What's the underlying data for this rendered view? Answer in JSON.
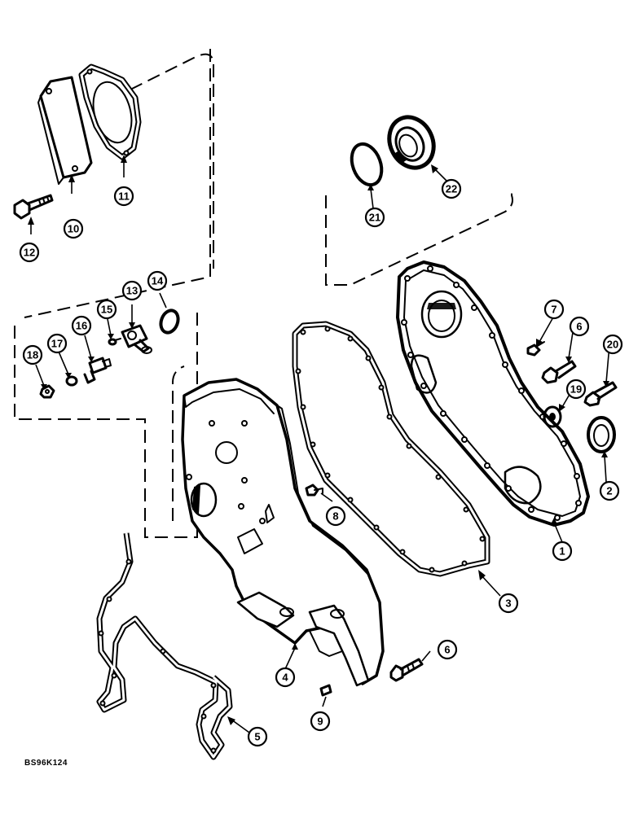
{
  "figure_code": "BS96K124",
  "callouts": {
    "c1": "1",
    "c2": "2",
    "c3": "3",
    "c4": "4",
    "c5": "5",
    "c6a": "6",
    "c6b": "6",
    "c7": "7",
    "c8": "8",
    "c9": "9",
    "c10": "10",
    "c11": "11",
    "c12": "12",
    "c13": "13",
    "c14": "14",
    "c15": "15",
    "c16": "16",
    "c17": "17",
    "c18": "18",
    "c19": "19",
    "c20": "20",
    "c21": "21",
    "c22": "22"
  }
}
